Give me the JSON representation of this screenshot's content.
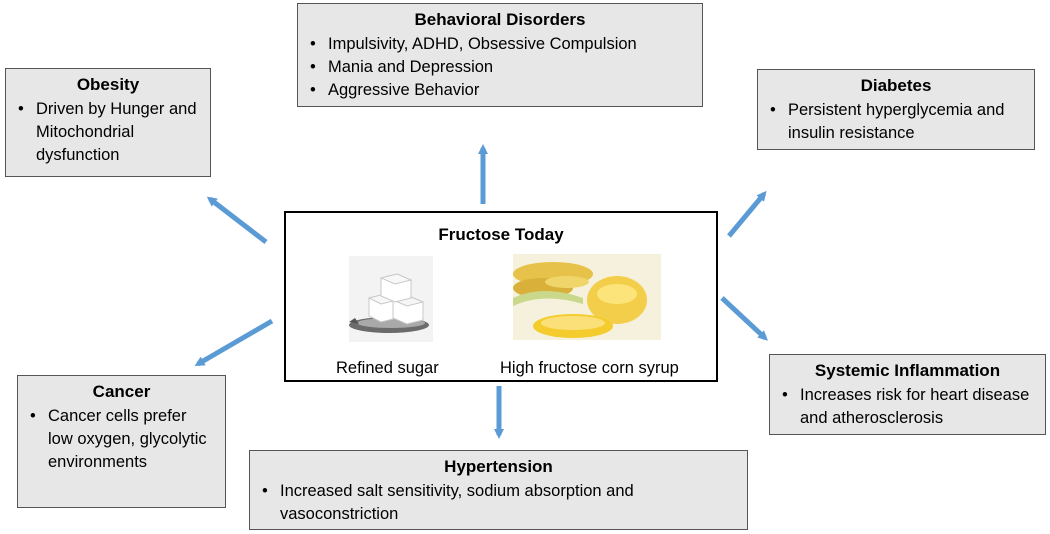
{
  "center": {
    "title": "Fructose Today",
    "sources": [
      {
        "label": "Refined sugar",
        "image": "sugar-cubes-on-spoon"
      },
      {
        "label": "High fructose corn syrup",
        "image": "corn-and-syrup"
      }
    ]
  },
  "boxes": {
    "behavioral": {
      "title": "Behavioral Disorders",
      "items": [
        "Impulsivity, ADHD, Obsessive Compulsion",
        "Mania and Depression",
        "Aggressive Behavior"
      ]
    },
    "obesity": {
      "title": "Obesity",
      "items": [
        "Driven by Hunger and Mitochondrial dysfunction"
      ]
    },
    "diabetes": {
      "title": "Diabetes",
      "items": [
        "Persistent hyperglycemia and insulin resistance"
      ]
    },
    "inflammation": {
      "title": "Systemic Inflammation",
      "items": [
        "Increases risk for heart disease and atherosclerosis"
      ]
    },
    "cancer": {
      "title": "Cancer",
      "items": [
        "Cancer cells prefer low oxygen, glycolytic environments"
      ]
    },
    "hypertension": {
      "title": "Hypertension",
      "items": [
        "Increased salt sensitivity, sodium absorption and vasoconstriction"
      ]
    }
  },
  "colors": {
    "arrow": "#5b9bd5",
    "box_fill": "#e7e7e7",
    "box_border": "#555555"
  }
}
